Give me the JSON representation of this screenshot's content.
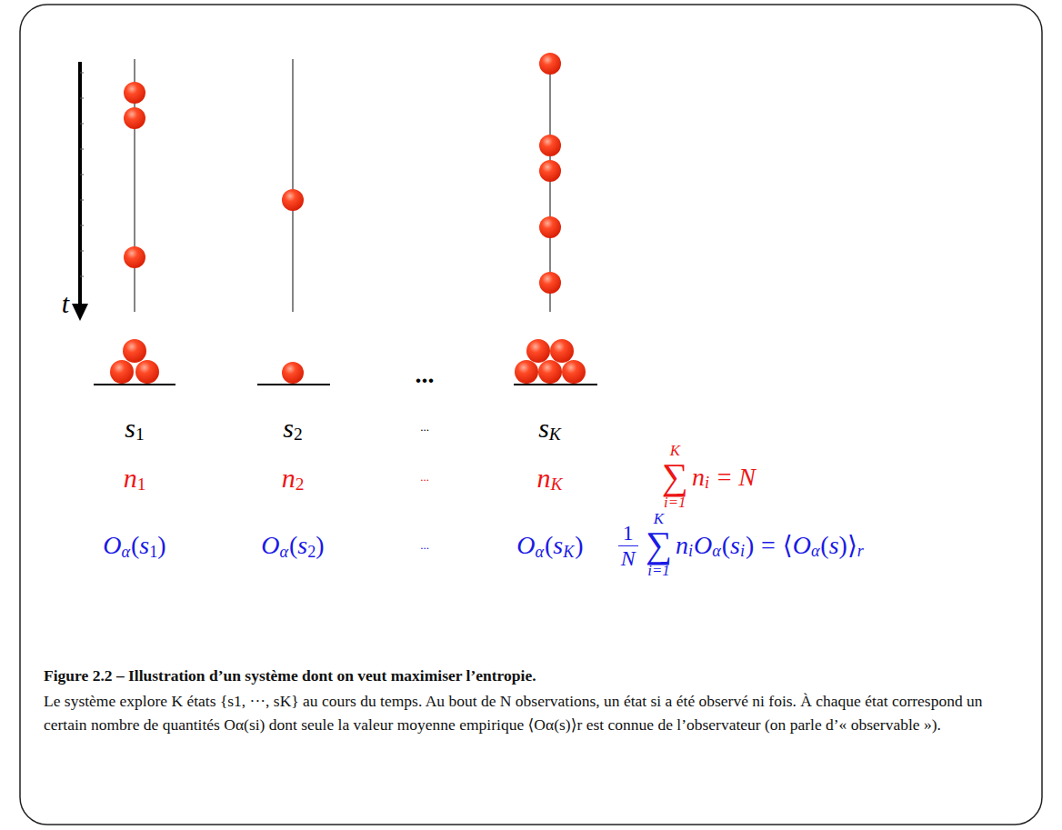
{
  "diagram": {
    "caption": "Figure 2.2 – Illustration d’un système dont on veut maximiser l’entropie.",
    "labels": [
      "t",
      "...",
      "s",
      "1",
      "s",
      "2",
      "...",
      "s",
      "K",
      "n",
      "1",
      "n",
      "2",
      "...",
      "n",
      "K",
      "K",
      "∑",
      "i=1",
      "n",
      "i",
      "=",
      "N",
      "O",
      "α",
      "(",
      "s",
      "1",
      ")",
      "O",
      "α",
      "(",
      "s",
      "2",
      ")",
      "...",
      "O",
      "α",
      "(",
      "s",
      "K",
      ")",
      "1",
      "N",
      "K",
      "∑",
      "i=1",
      "n",
      "i",
      "O",
      "α",
      "(",
      "s",
      "i",
      ")",
      "=",
      "⟨",
      "O",
      "α",
      "(",
      "s",
      ")",
      "⟩",
      "r",
      "Le système explore K états {s1, ···, sK} au cours du temps. Au bout de N observations, un état si a été observé ni fois. À chaque état correspond un certain nombre de quantités Oα(si) dont seule la valeur moyenne empirique ⟨Oα(s)⟩r est connue de l’observateur (on parle d’« observable »)."
    ]
  }
}
